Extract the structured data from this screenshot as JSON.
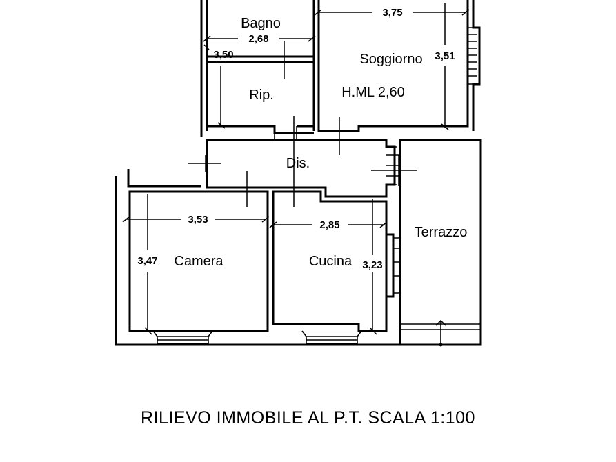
{
  "rooms": {
    "bagno": "Bagno",
    "soggiorno": "Soggiorno",
    "height_note": "H.ML 2,60",
    "rip": "Rip.",
    "dis": "Dis.",
    "camera": "Camera",
    "cucina": "Cucina",
    "terrazzo": "Terrazzo"
  },
  "dimensions": {
    "bagno_width": "2,68",
    "bagno_side": "3,50",
    "soggiorno_width": "3,75",
    "soggiorno_height": "3,51",
    "camera_width": "3,53",
    "camera_height": "3,47",
    "cucina_width": "2,85",
    "cucina_height": "3,23"
  },
  "caption": "RILIEVO IMMOBILE AL P.T. SCALA 1:100"
}
